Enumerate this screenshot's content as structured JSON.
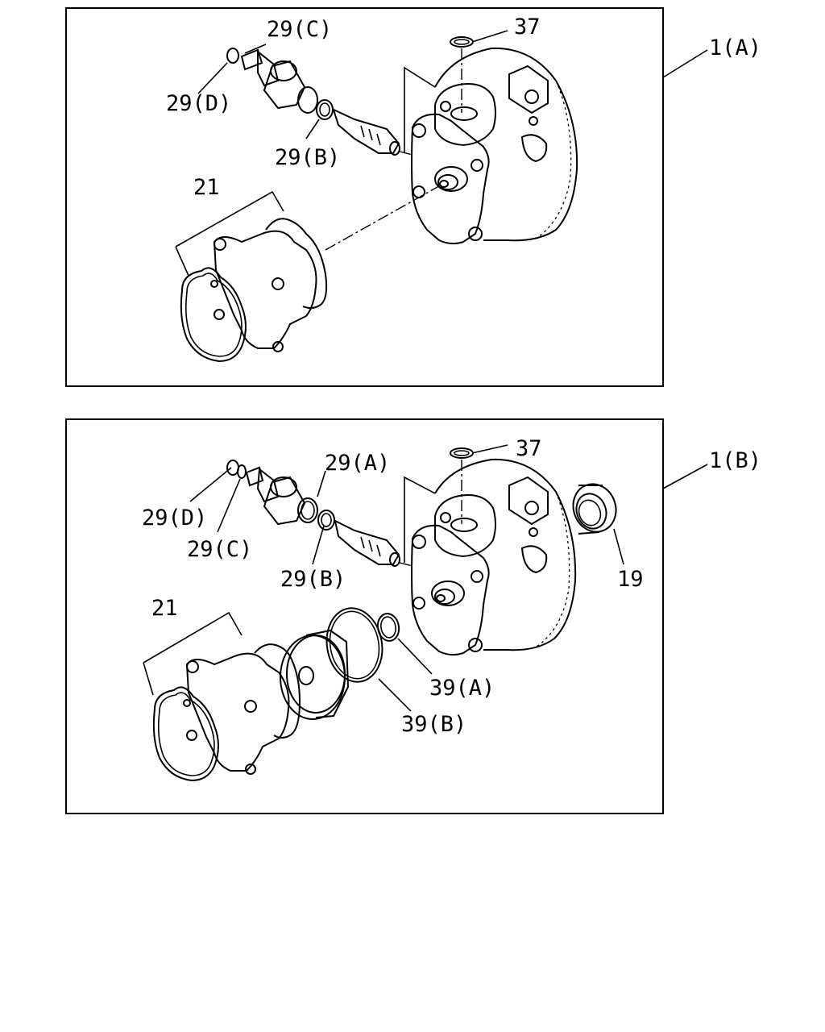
{
  "panels": [
    {
      "assembly_label": "1(A)",
      "labels": {
        "p29c": "29(C)",
        "p29d": "29(D)",
        "p29b": "29(B)",
        "p37": "37",
        "p21": "21"
      }
    },
    {
      "assembly_label": "1(B)",
      "labels": {
        "p29a": "29(A)",
        "p29d": "29(D)",
        "p29c": "29(C)",
        "p29b": "29(B)",
        "p37": "37",
        "p21": "21",
        "p19": "19",
        "p39a": "39(A)",
        "p39b": "39(B)"
      }
    }
  ]
}
